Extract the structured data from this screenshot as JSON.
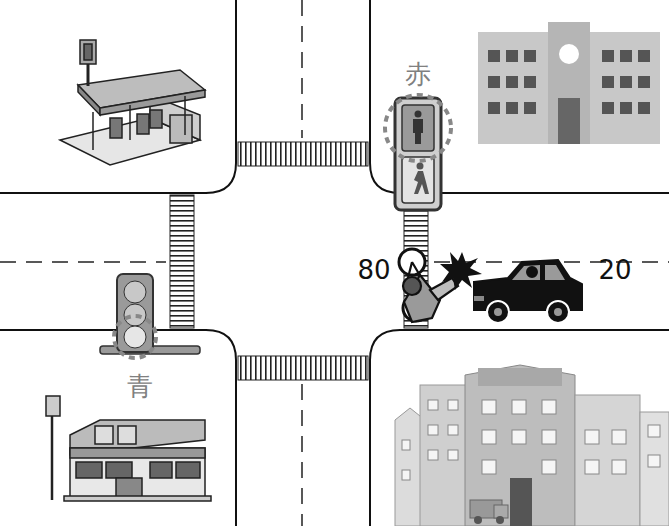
{
  "diagram": {
    "labels": [
      "赤",
      "80",
      "20",
      "青"
    ]
  }
}
